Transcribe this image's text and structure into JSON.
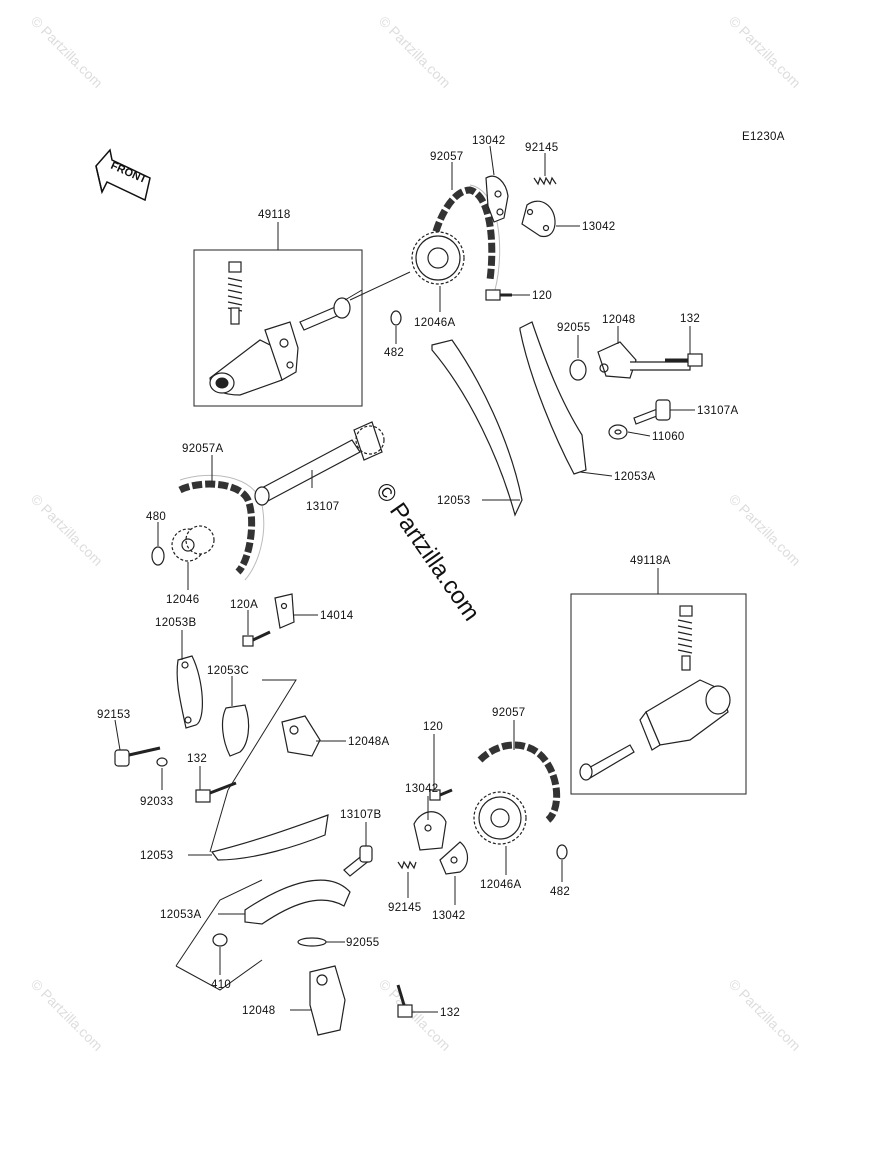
{
  "diagram": {
    "code": "E1230A",
    "front_label": "FRONT",
    "watermark": "© Partzilla.com",
    "center_watermark": "© Partzilla.com"
  },
  "labels": [
    {
      "id": "l-13042-a",
      "text": "13042"
    },
    {
      "id": "l-92145-a",
      "text": "92145"
    },
    {
      "id": "l-92057-a",
      "text": "92057"
    },
    {
      "id": "l-49118",
      "text": "49118"
    },
    {
      "id": "l-13042-b",
      "text": "13042"
    },
    {
      "id": "l-120-a",
      "text": "120"
    },
    {
      "id": "l-12046a-a",
      "text": "12046A"
    },
    {
      "id": "l-482-a",
      "text": "482"
    },
    {
      "id": "l-92055-a",
      "text": "92055"
    },
    {
      "id": "l-12048-a",
      "text": "12048"
    },
    {
      "id": "l-132-a",
      "text": "132"
    },
    {
      "id": "l-13107a",
      "text": "13107A"
    },
    {
      "id": "l-11060",
      "text": "11060"
    },
    {
      "id": "l-12053a-a",
      "text": "12053A"
    },
    {
      "id": "l-92057a",
      "text": "92057A"
    },
    {
      "id": "l-13107",
      "text": "13107"
    },
    {
      "id": "l-12053-a",
      "text": "12053"
    },
    {
      "id": "l-480",
      "text": "480"
    },
    {
      "id": "l-12046",
      "text": "12046"
    },
    {
      "id": "l-120a",
      "text": "120A"
    },
    {
      "id": "l-14014",
      "text": "14014"
    },
    {
      "id": "l-12053b",
      "text": "12053B"
    },
    {
      "id": "l-12053c",
      "text": "12053C"
    },
    {
      "id": "l-49118a",
      "text": "49118A"
    },
    {
      "id": "l-92153",
      "text": "92153"
    },
    {
      "id": "l-12048a",
      "text": "12048A"
    },
    {
      "id": "l-132-b",
      "text": "132"
    },
    {
      "id": "l-92033",
      "text": "92033"
    },
    {
      "id": "l-120-b",
      "text": "120"
    },
    {
      "id": "l-92057-b",
      "text": "92057"
    },
    {
      "id": "l-13042-c",
      "text": "13042"
    },
    {
      "id": "l-13107b",
      "text": "13107B"
    },
    {
      "id": "l-12053-b",
      "text": "12053"
    },
    {
      "id": "l-92145-b",
      "text": "92145"
    },
    {
      "id": "l-13042-d",
      "text": "13042"
    },
    {
      "id": "l-12046a-b",
      "text": "12046A"
    },
    {
      "id": "l-482-b",
      "text": "482"
    },
    {
      "id": "l-12053a-b",
      "text": "12053A"
    },
    {
      "id": "l-92055-b",
      "text": "92055"
    },
    {
      "id": "l-410",
      "text": "410"
    },
    {
      "id": "l-12048-b",
      "text": "12048"
    },
    {
      "id": "l-132-c",
      "text": "132"
    }
  ]
}
